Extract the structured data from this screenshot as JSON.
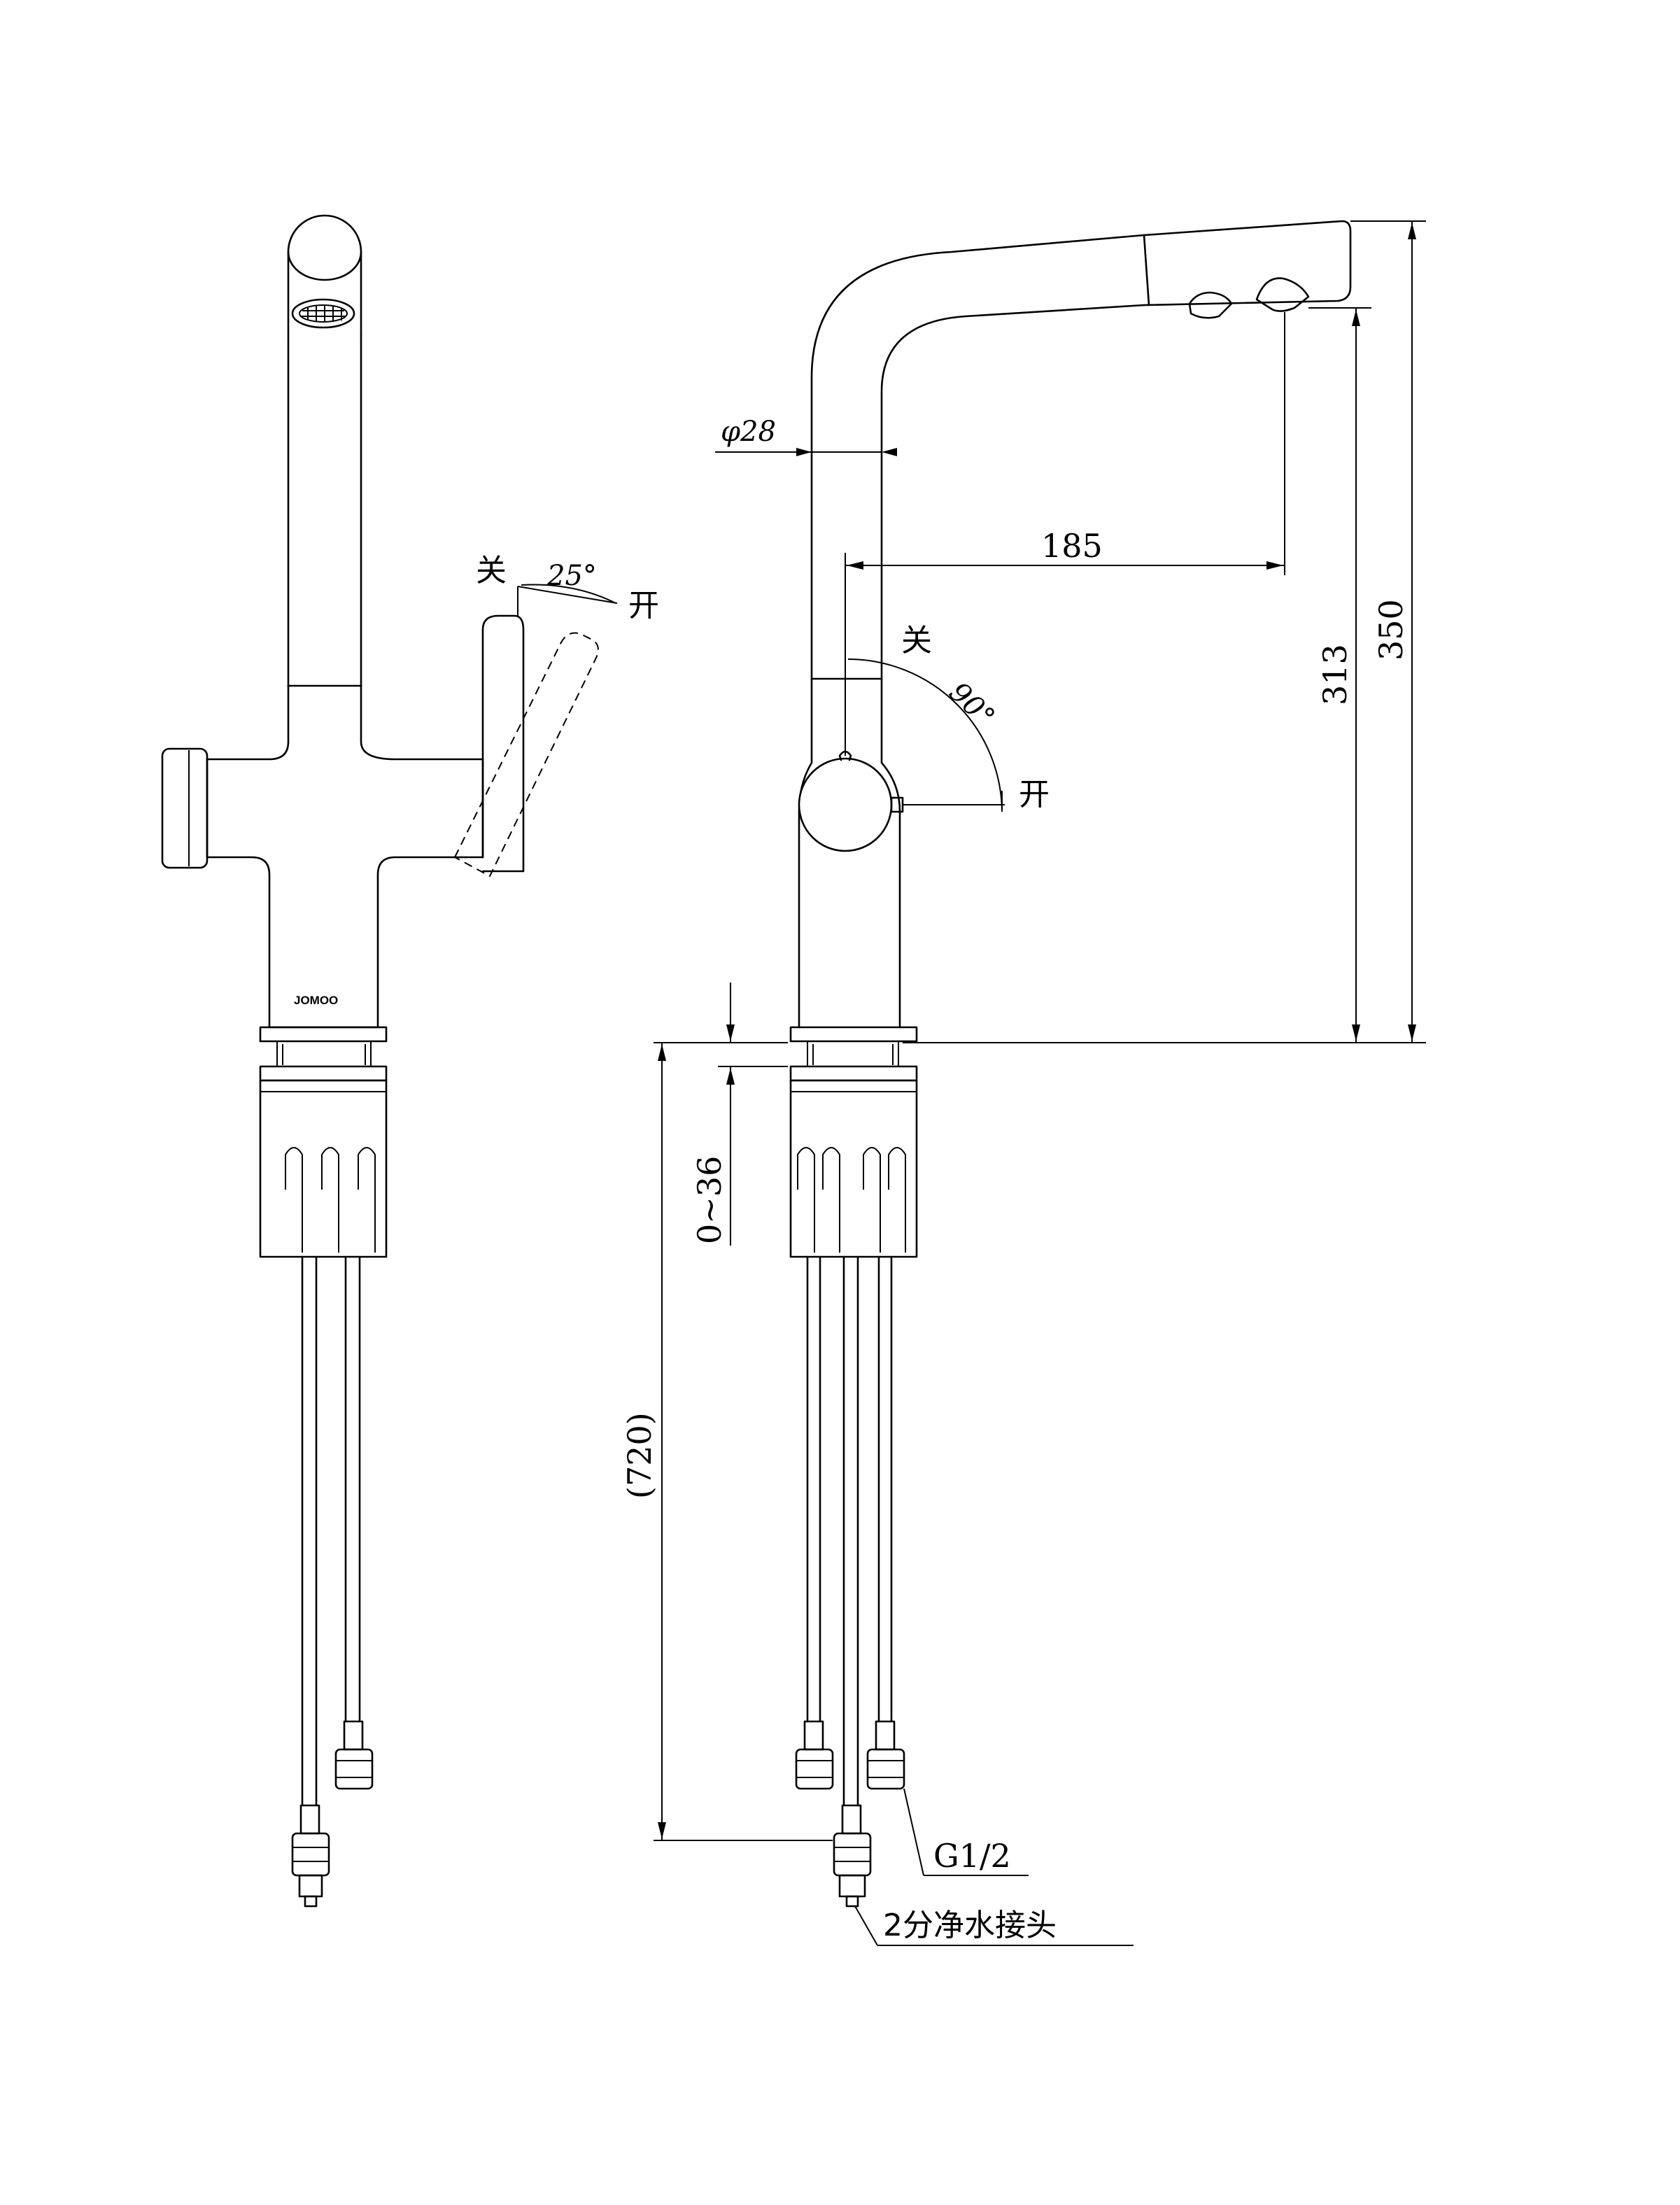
{
  "brand_logo": "JOMOO",
  "front_view": {
    "close_label": "关",
    "open_label": "开",
    "lever_angle": "25°"
  },
  "side_view": {
    "diameter_label": "φ28",
    "reach_label": "185",
    "close_label": "关",
    "open_label": "开",
    "lever_angle": "90°",
    "outlet_height_label": "313",
    "total_height_label": "350",
    "clamp_range_label": "0~36",
    "hose_length_label": "(720)",
    "thread_label": "G1/2",
    "fitting_label": "2分净水接头"
  }
}
